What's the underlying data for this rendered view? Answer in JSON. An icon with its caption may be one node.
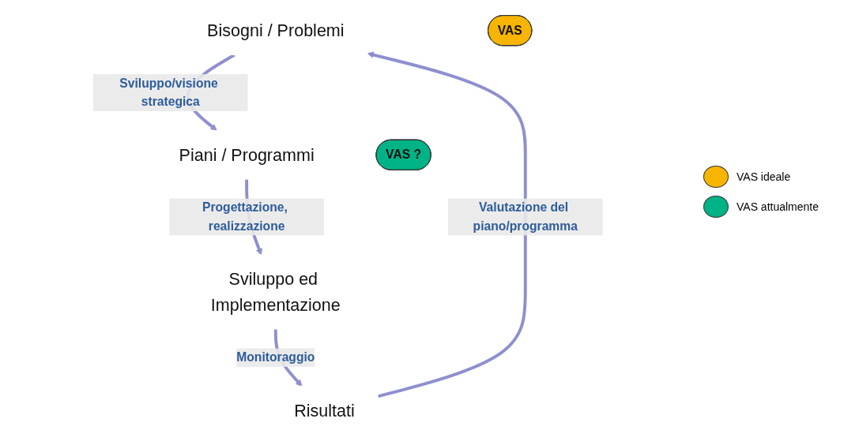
{
  "diagram": {
    "nodes": [
      {
        "text": [
          "Bisogni / Problemi"
        ]
      },
      {
        "text": [
          "VAS"
        ]
      },
      {
        "text": [
          "Piani / Programmi"
        ]
      },
      {
        "text": [
          "VAS ?"
        ]
      },
      {
        "text": [
          "Risultati"
        ]
      },
      {
        "text": [
          "Sviluppo ed Implementazione"
        ]
      }
    ],
    "edges": [
      {
        "from": 0,
        "to": 2,
        "arrow": "to",
        "label": "Sviluppo/visione strategica"
      },
      {
        "from": 2,
        "to": 5,
        "arrow": "to",
        "label": "Progettazione, realizzazione"
      },
      {
        "from": 5,
        "to": 4,
        "arrow": "to",
        "label": "Monitoraggio"
      },
      {
        "from": 4,
        "to": 0,
        "arrow": "to",
        "label": "Valutazione del piano/programma"
      }
    ],
    "legend": [
      {
        "text": "VAS ideale",
        "color": "#f7b500"
      },
      {
        "text": "VAS attualmente",
        "color": "#00b386"
      }
    ]
  }
}
